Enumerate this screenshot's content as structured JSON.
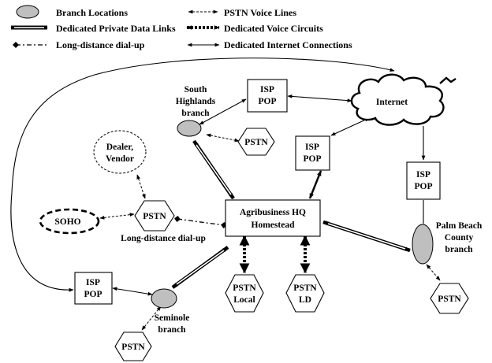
{
  "legend": {
    "branch_locations": "Branch Locations",
    "pstn_voice_lines": "PSTN Voice Lines",
    "private_data_links": "Dedicated Private Data Links",
    "voice_circuits": "Dedicated Voice Circuits",
    "long_distance": "Long-distance dial-up",
    "internet_connections": "Dedicated Internet Connections"
  },
  "nodes": {
    "internet": "Internet",
    "isp_top": [
      "ISP",
      "POP"
    ],
    "isp_mid": [
      "ISP",
      "POP"
    ],
    "isp_right": [
      "ISP",
      "POP"
    ],
    "isp_left": [
      "ISP",
      "POP"
    ],
    "hq": [
      "Agribusiness HQ",
      "Homestead"
    ],
    "south_highlands": [
      "South",
      "Highlands",
      "branch"
    ],
    "pstn_south": "PSTN",
    "dealer": [
      "Dealer,",
      "Vendor"
    ],
    "soho": "SOHO",
    "pstn_center": "PSTN",
    "long_distance_label": "Long-distance dial-up",
    "seminole": [
      "Seminole",
      "branch"
    ],
    "pstn_seminole": "PSTN",
    "pstn_local": [
      "PSTN",
      "Local"
    ],
    "pstn_ld": [
      "PSTN",
      "LD"
    ],
    "palm_beach": [
      "Palm Beach",
      "County",
      "branch"
    ],
    "pstn_palm": "PSTN"
  },
  "colors": {
    "branch_fill": "#bfbfbf",
    "line": "#000000",
    "background": "#ffffff"
  }
}
